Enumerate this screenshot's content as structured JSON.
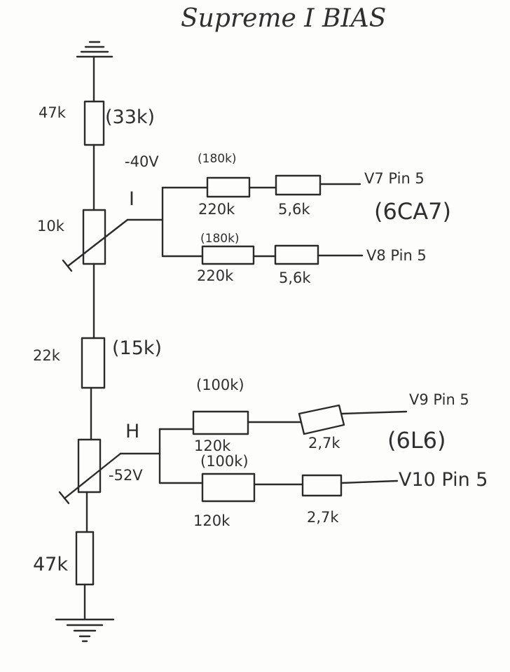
{
  "title": "Supreme I BIAS",
  "divider": {
    "resistor_top": {
      "value": "47k",
      "alt": "(33k)"
    },
    "node_I": {
      "name": "I",
      "voltage": "-40V"
    },
    "pot_I": {
      "value": "10k"
    },
    "resistor_mid": {
      "value": "22k",
      "alt": "(15k)"
    },
    "node_H": {
      "name": "H",
      "voltage": "-52V"
    },
    "resistor_bottom": {
      "value": "47k"
    }
  },
  "branches": [
    {
      "r1": "220k",
      "r1_alt": "(180k)",
      "r2": "5,6k",
      "target": "V7 Pin 5"
    },
    {
      "r1": "220k",
      "r1_alt": "(180k)",
      "r2": "5,6k",
      "target": "V8 Pin 5"
    },
    {
      "r1": "120k",
      "r1_alt": "(100k)",
      "r2": "2,7k",
      "target": "V9 Pin 5"
    },
    {
      "r1": "120k",
      "r1_alt": "(100k)",
      "r2": "2,7k",
      "target": "V10 Pin 5"
    }
  ],
  "tube_types": {
    "upper": "(6CA7)",
    "lower": "(6L6)"
  }
}
